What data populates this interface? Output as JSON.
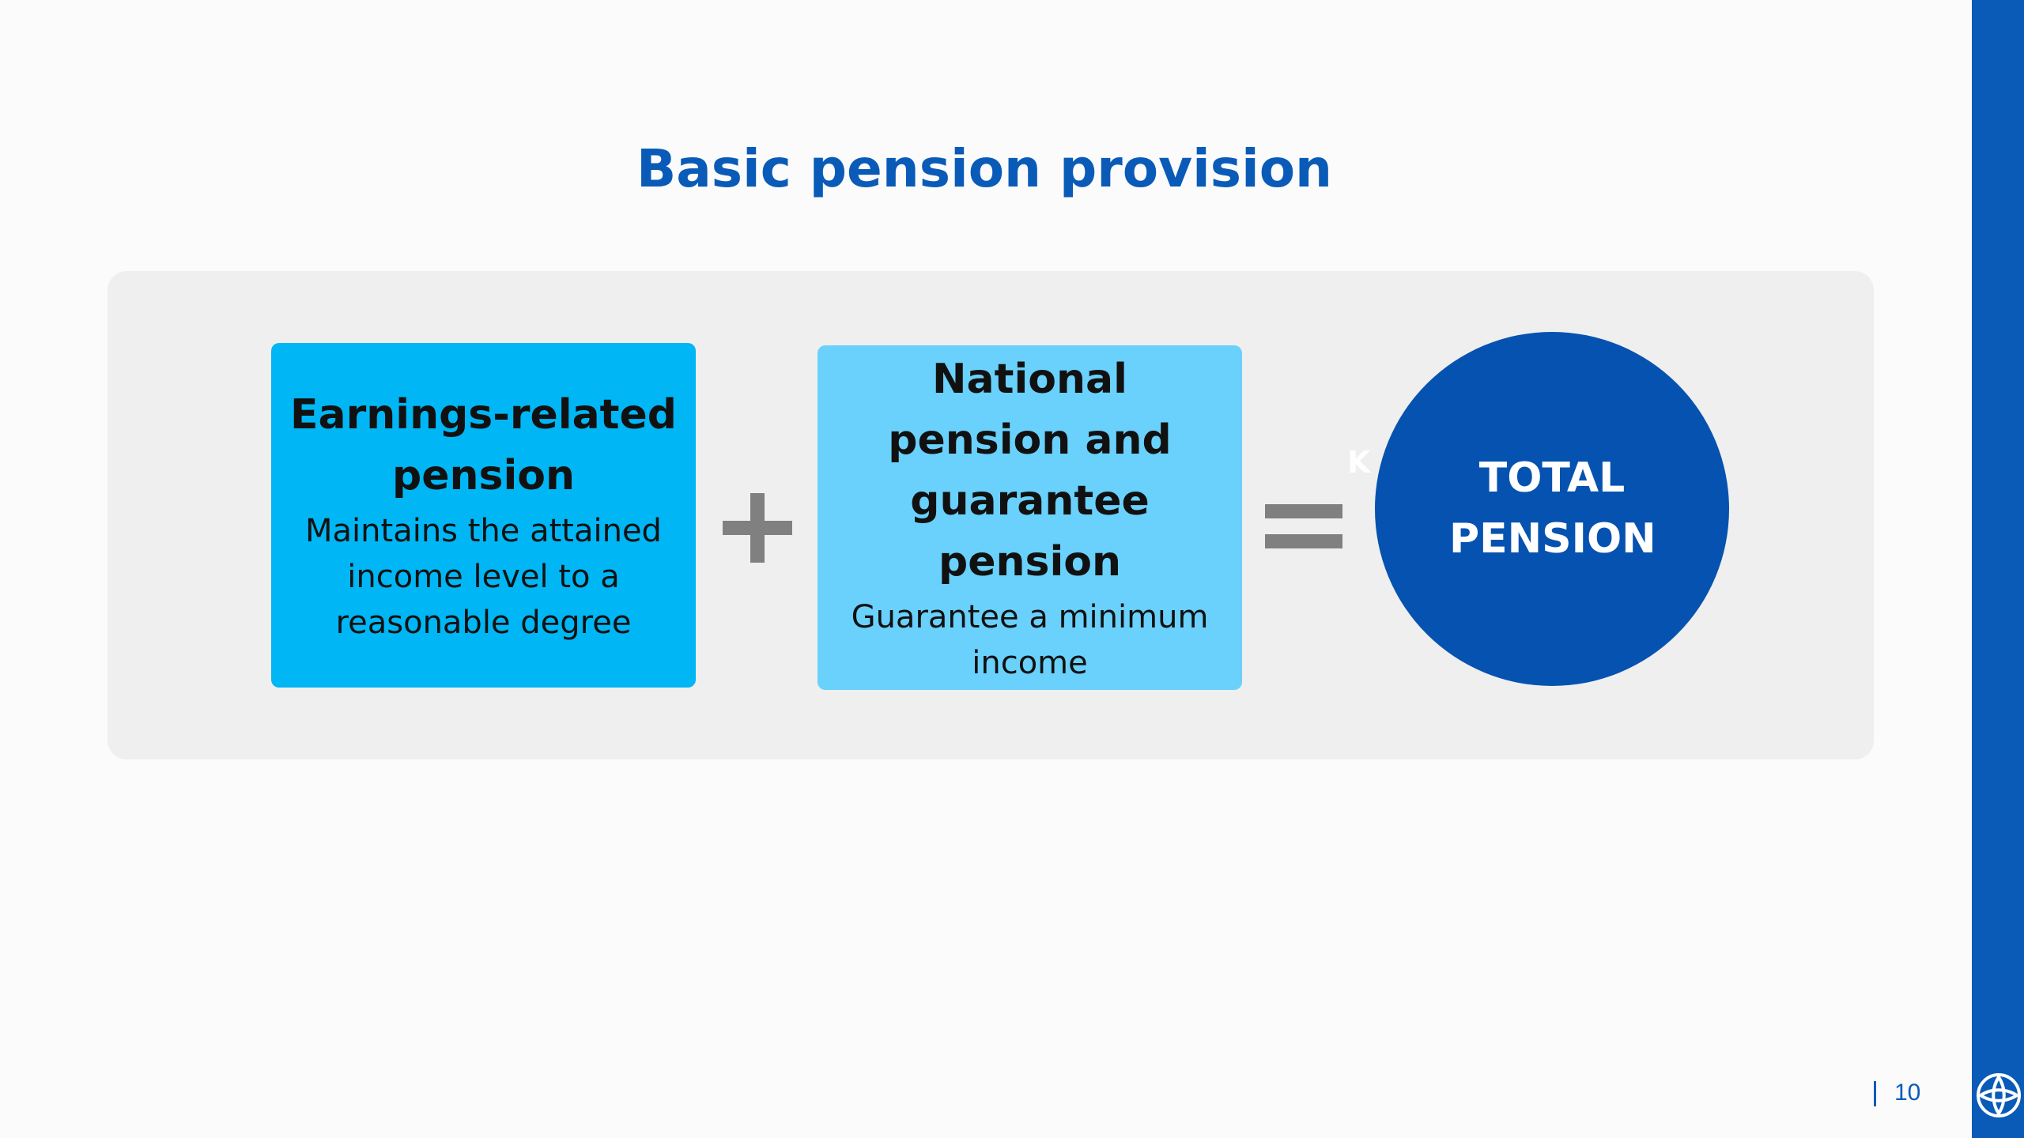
{
  "slide": {
    "title": "Basic pension provision",
    "page_number": "10"
  },
  "diagram": {
    "box1": {
      "title": "Earnings-related pension",
      "subtitle": "Maintains the attained income level to a reasonable degree",
      "color": "#00b6f4"
    },
    "operator1": "+",
    "box2": {
      "title": "National pension and guarantee pension",
      "subtitle": "Guarantee a minimum income",
      "color": "#69d1fb"
    },
    "operator2": "=",
    "result": {
      "title": "TOTAL PENSION",
      "color": "#0652b0"
    },
    "stray_text": "K"
  },
  "colors": {
    "accent": "#0a5bb8",
    "panel": "#efefef",
    "operator": "#808080"
  },
  "icons": {
    "plus": "plus-icon",
    "equals": "equals-icon",
    "logo": "logo-icon"
  }
}
